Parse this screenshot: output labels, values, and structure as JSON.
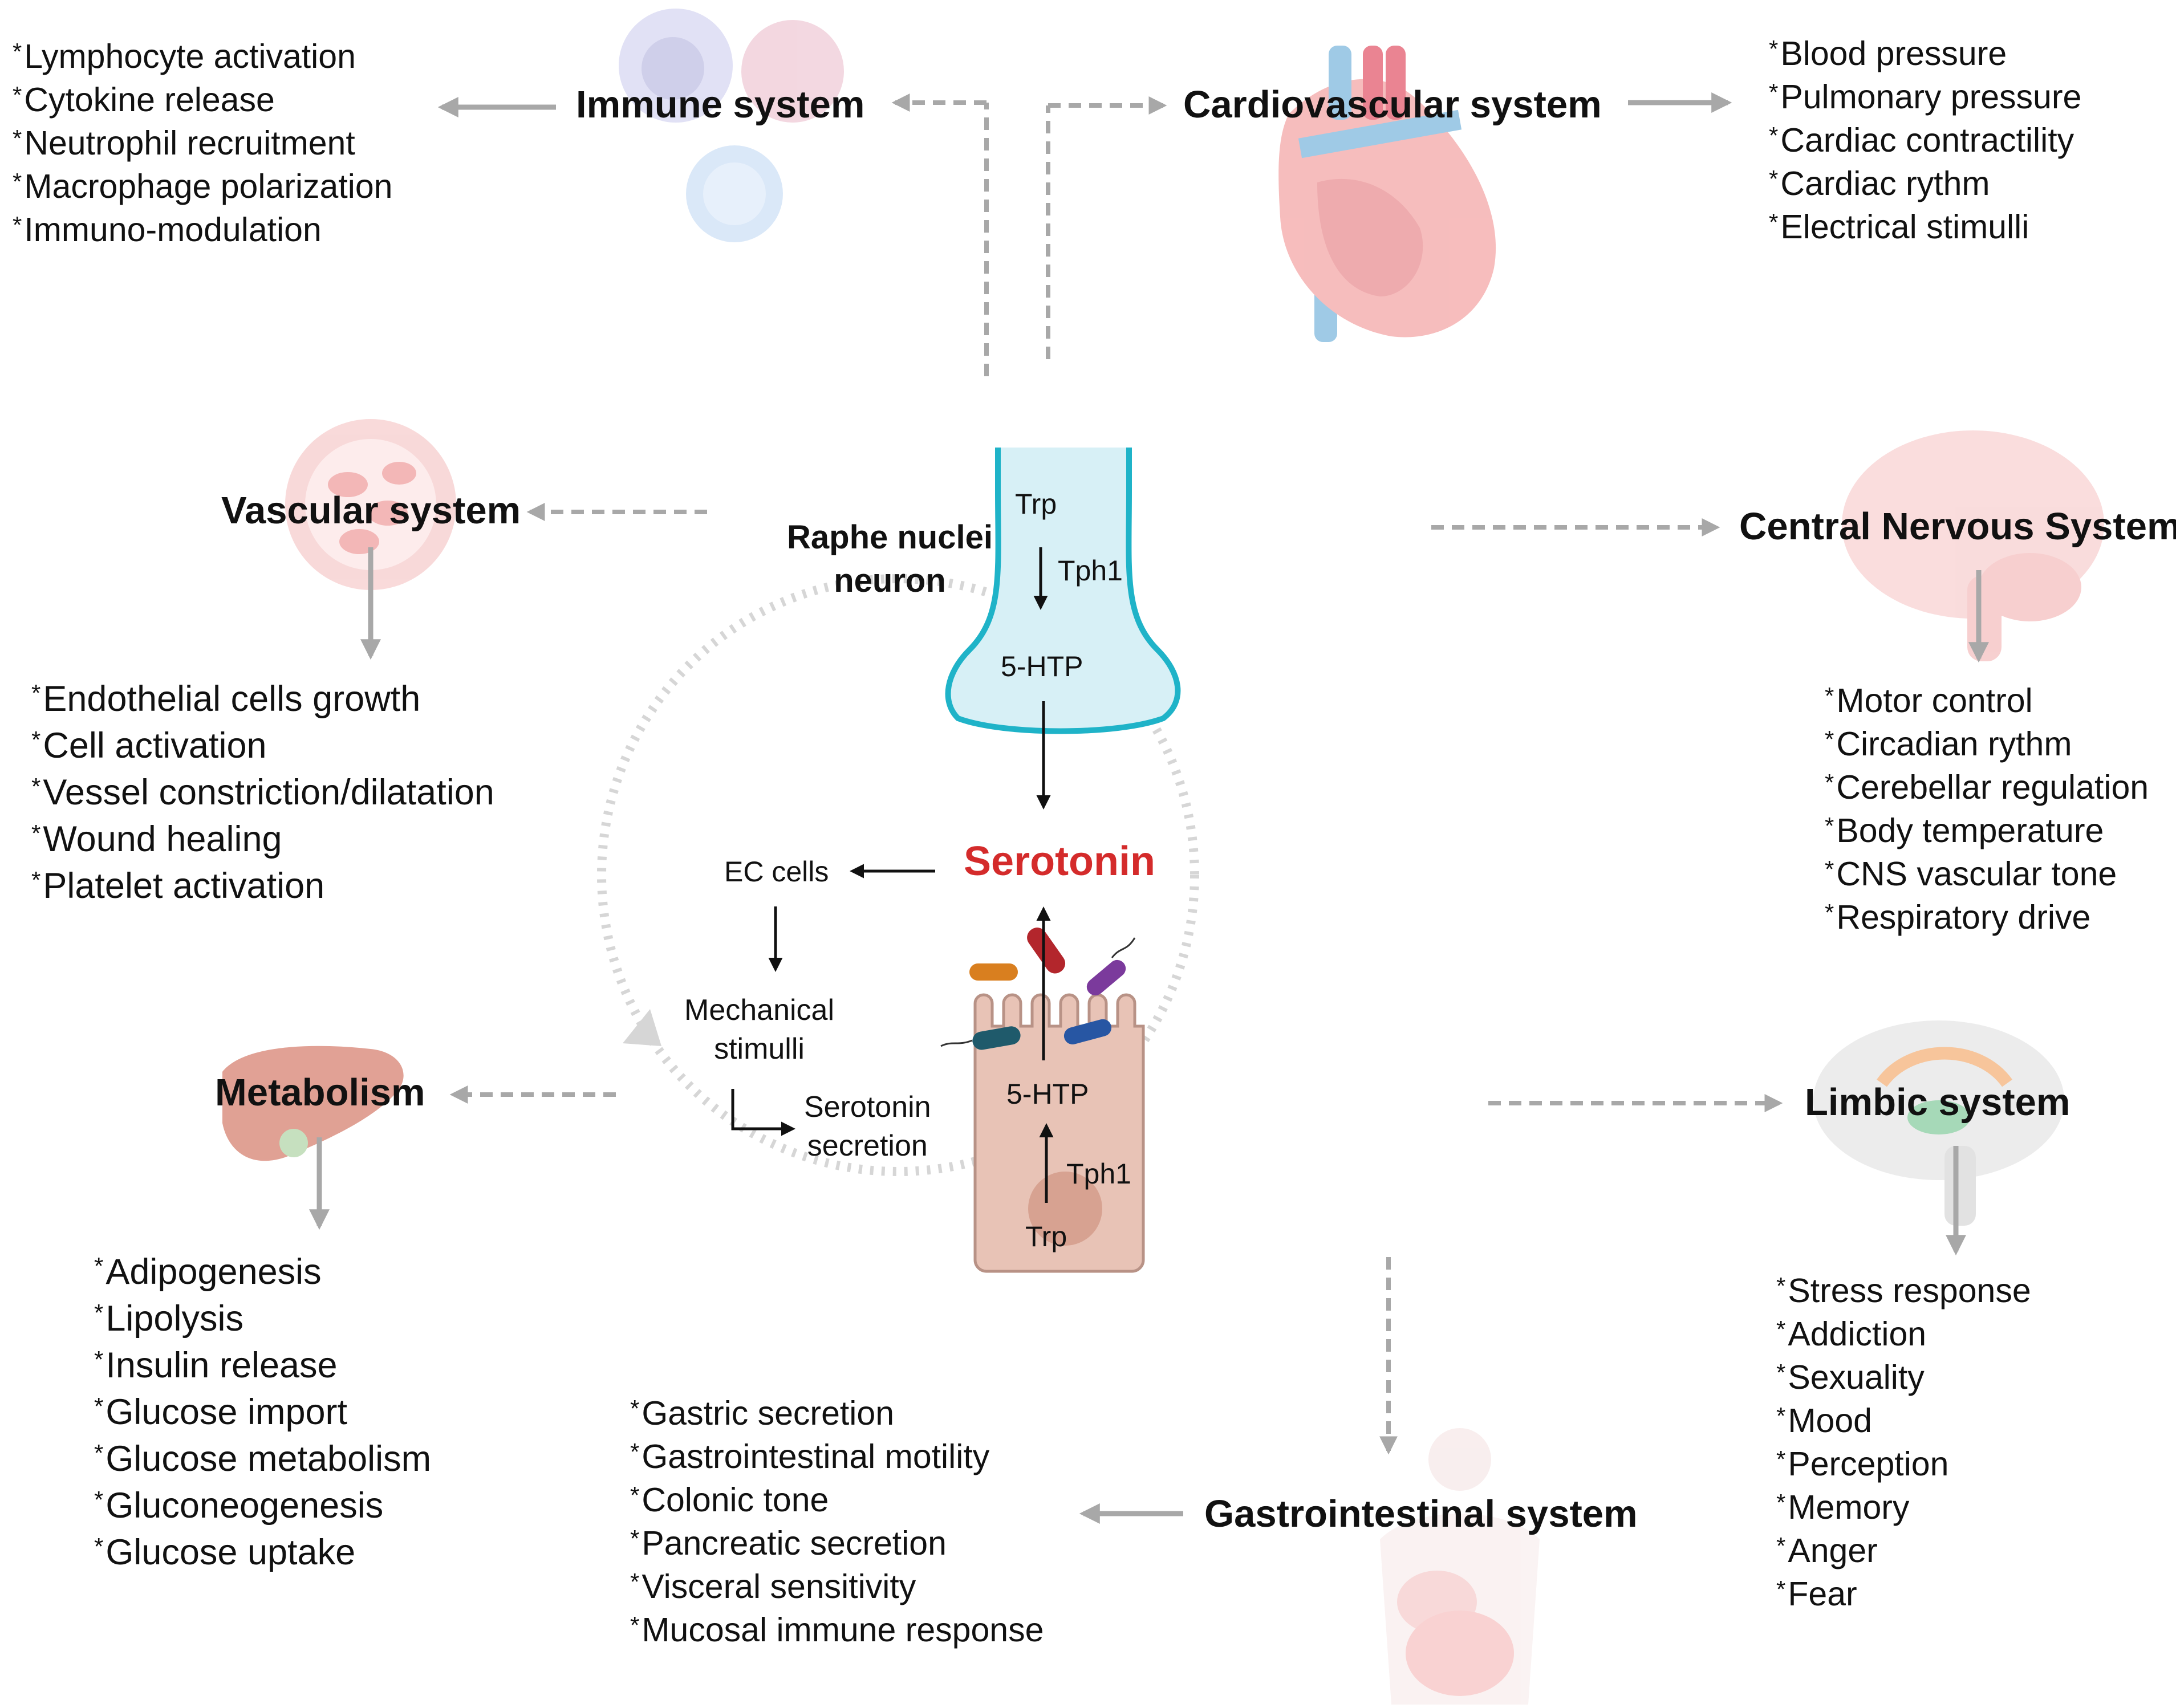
{
  "center": {
    "neuron_label": "Raphe nuclei\nneuron",
    "neuron_trp": "Trp",
    "neuron_tph1": "Tph1",
    "neuron_5htp": "5-HTP",
    "serotonin": "Serotonin",
    "ec_cells": "EC cells",
    "mechanical_stimuli": "Mechanical\nstimulli",
    "serotonin_secretion": "Serotonin\nsecretion",
    "gut_5htp": "5-HTP",
    "gut_tph1": "Tph1",
    "gut_trp": "Trp"
  },
  "systems": {
    "immune": {
      "title": "Immune system",
      "effects": [
        "Lymphocyte activation",
        "Cytokine release",
        "Neutrophil recruitment",
        "Macrophage polarization",
        "Immuno-modulation"
      ]
    },
    "cardiovascular": {
      "title": "Cardiovascular system",
      "effects": [
        "Blood pressure",
        "Pulmonary pressure",
        "Cardiac contractility",
        "Cardiac rythm",
        "Electrical stimulli"
      ]
    },
    "vascular": {
      "title": "Vascular system",
      "effects": [
        "Endothelial cells growth",
        "Cell activation",
        "Vessel constriction/dilatation",
        "Wound healing",
        "Platelet activation"
      ]
    },
    "cns": {
      "title": "Central Nervous System",
      "effects": [
        "Motor control",
        "Circadian rythm",
        "Cerebellar regulation",
        "Body temperature",
        "CNS vascular tone",
        "Respiratory drive"
      ]
    },
    "metabolism": {
      "title": "Metabolism",
      "effects": [
        "Adipogenesis",
        "Lipolysis",
        "Insulin release",
        "Glucose import",
        "Glucose metabolism",
        "Gluconeogenesis",
        "Glucose uptake"
      ]
    },
    "limbic": {
      "title": "Limbic system",
      "effects": [
        "Stress response",
        "Addiction",
        "Sexuality",
        "Mood",
        "Perception",
        "Memory",
        "Anger",
        "Fear"
      ]
    },
    "gastrointestinal": {
      "title": "Gastrointestinal system",
      "effects": [
        "Gastric secretion",
        "Gastrointestinal motility",
        "Colonic tone",
        "Pancreatic secretion",
        "Visceral sensitivity",
        "Mucosal immune response"
      ]
    }
  },
  "colors": {
    "serotonin": "#d42b2b",
    "neuron_outline": "#1fb3c8",
    "neuron_fill": "#d7f0f6",
    "grey_arrow": "#a8a8a8",
    "cell_fill": "#e8c3b6",
    "organ_pink": "#f3b5b5"
  }
}
